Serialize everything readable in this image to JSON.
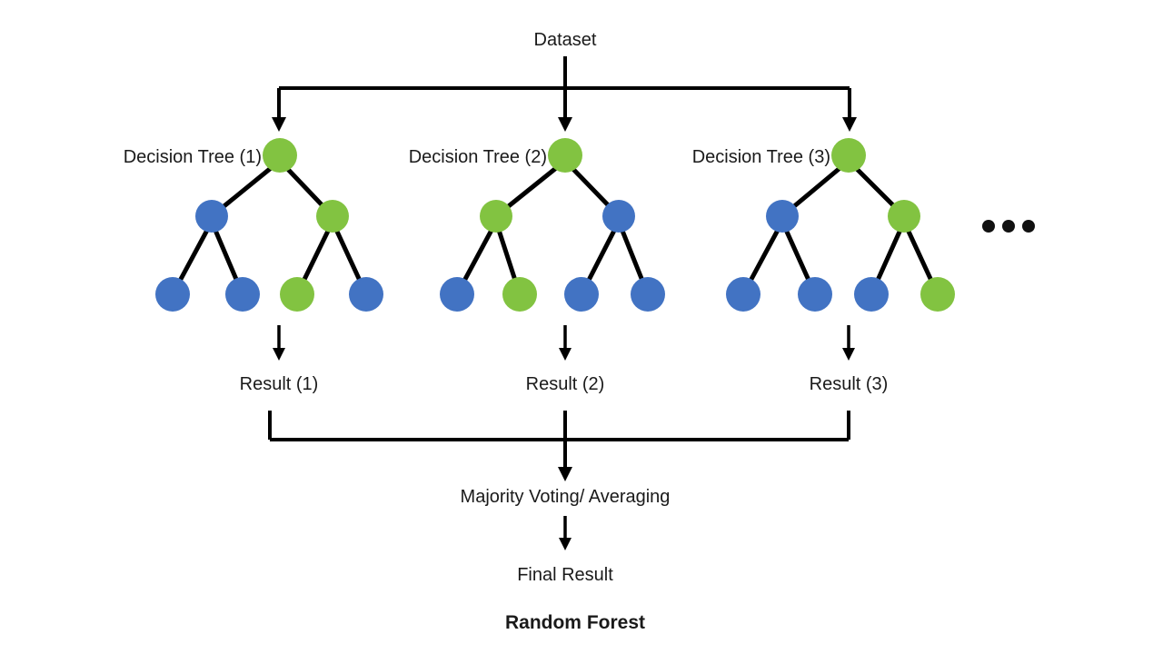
{
  "diagram": {
    "title": "Random Forest",
    "source_label": "Dataset",
    "aggregation_label": "Majority Voting/ Averaging",
    "final_label": "Final Result",
    "ellipsis": "•••",
    "colors": {
      "green": "#82C341",
      "blue": "#4273C3",
      "line": "#000000",
      "text": "#1a1a1a",
      "background": "#ffffff"
    },
    "trees": [
      {
        "label": "Decision Tree (1)",
        "result_label": "Result (1)",
        "root_color": "green",
        "level2_colors": [
          "blue",
          "green"
        ],
        "leaf_colors": [
          "blue",
          "blue",
          "green",
          "blue"
        ]
      },
      {
        "label": "Decision Tree (2)",
        "result_label": "Result (2)",
        "root_color": "green",
        "level2_colors": [
          "green",
          "blue"
        ],
        "leaf_colors": [
          "blue",
          "green",
          "blue",
          "blue"
        ]
      },
      {
        "label": "Decision Tree (3)",
        "result_label": "Result (3)",
        "root_color": "green",
        "level2_colors": [
          "blue",
          "green"
        ],
        "leaf_colors": [
          "blue",
          "blue",
          "blue",
          "green"
        ]
      }
    ]
  },
  "chart_data": {
    "type": "diagram",
    "title": "Random Forest",
    "structure": "ensemble flow: Dataset -> 3 Decision Trees -> 3 Results -> Majority Voting/ Averaging -> Final Result",
    "tree_count_shown": 3,
    "tree_node_levels": 3,
    "nodes_per_tree": 7
  }
}
